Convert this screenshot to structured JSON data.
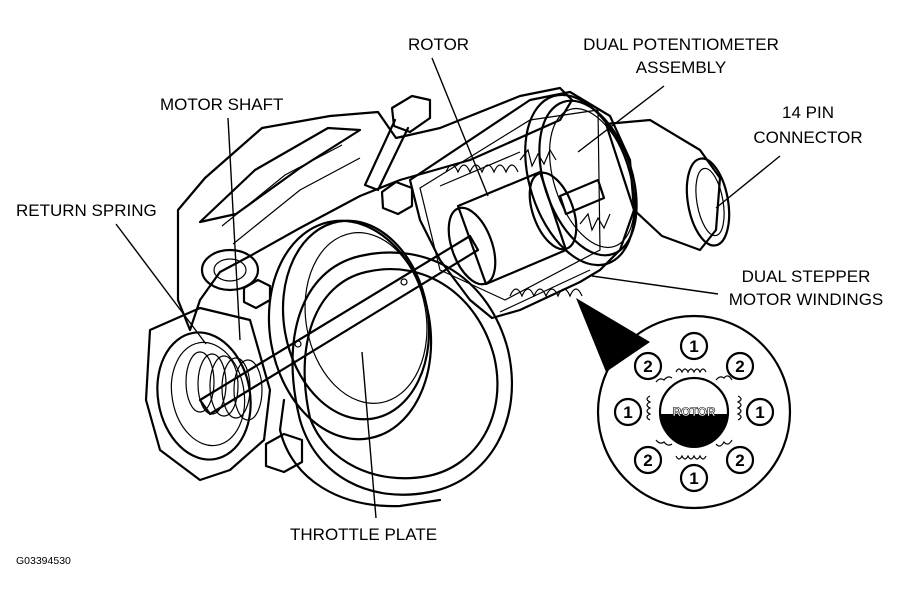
{
  "labels": {
    "rotor": "ROTOR",
    "dual_potentiometer_line1": "DUAL POTENTIOMETER",
    "dual_potentiometer_line2": "ASSEMBLY",
    "motor_shaft": "MOTOR SHAFT",
    "connector_line1": "14 PIN",
    "connector_line2": "CONNECTOR",
    "return_spring": "RETURN SPRING",
    "stepper_line1": "DUAL STEPPER",
    "stepper_line2": "MOTOR WINDINGS",
    "throttle_plate": "THROTTLE PLATE",
    "figure_id": "G03394530"
  },
  "detail": {
    "rotor_label": "ROTOR",
    "winding_numbers": [
      "1",
      "2",
      "1",
      "2",
      "1",
      "2",
      "1",
      "2"
    ]
  }
}
